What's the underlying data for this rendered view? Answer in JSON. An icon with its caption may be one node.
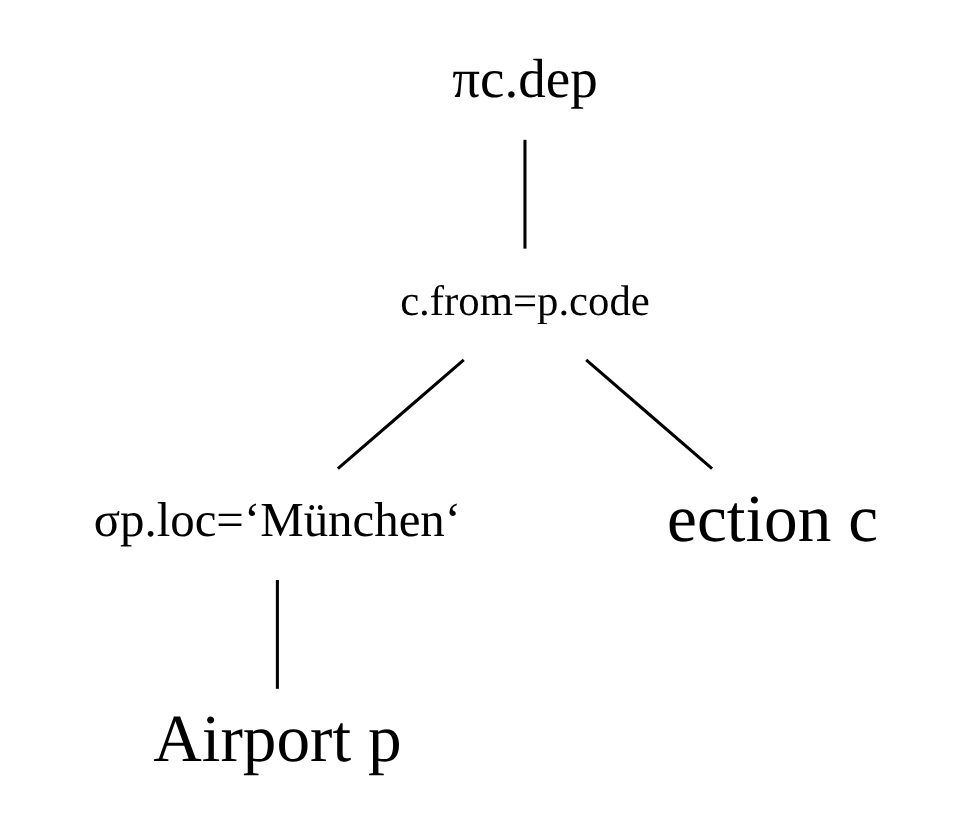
{
  "diagram": {
    "nodes": [
      {
        "text": [
          "πc.dep"
        ]
      },
      {
        "text": [
          "c.from=p.code"
        ]
      },
      {
        "text": [
          "σp.loc=‘München‘"
        ]
      },
      {
        "text": [
          "ection c"
        ]
      },
      {
        "text": [
          "Airport p"
        ]
      }
    ],
    "edges": [
      {
        "from": 0,
        "to": 1,
        "arrow": "none"
      },
      {
        "from": 1,
        "to": 3,
        "arrow": "none"
      },
      {
        "from": 1,
        "to": 2,
        "arrow": "none"
      },
      {
        "from": 2,
        "to": 4,
        "arrow": "none"
      }
    ]
  }
}
